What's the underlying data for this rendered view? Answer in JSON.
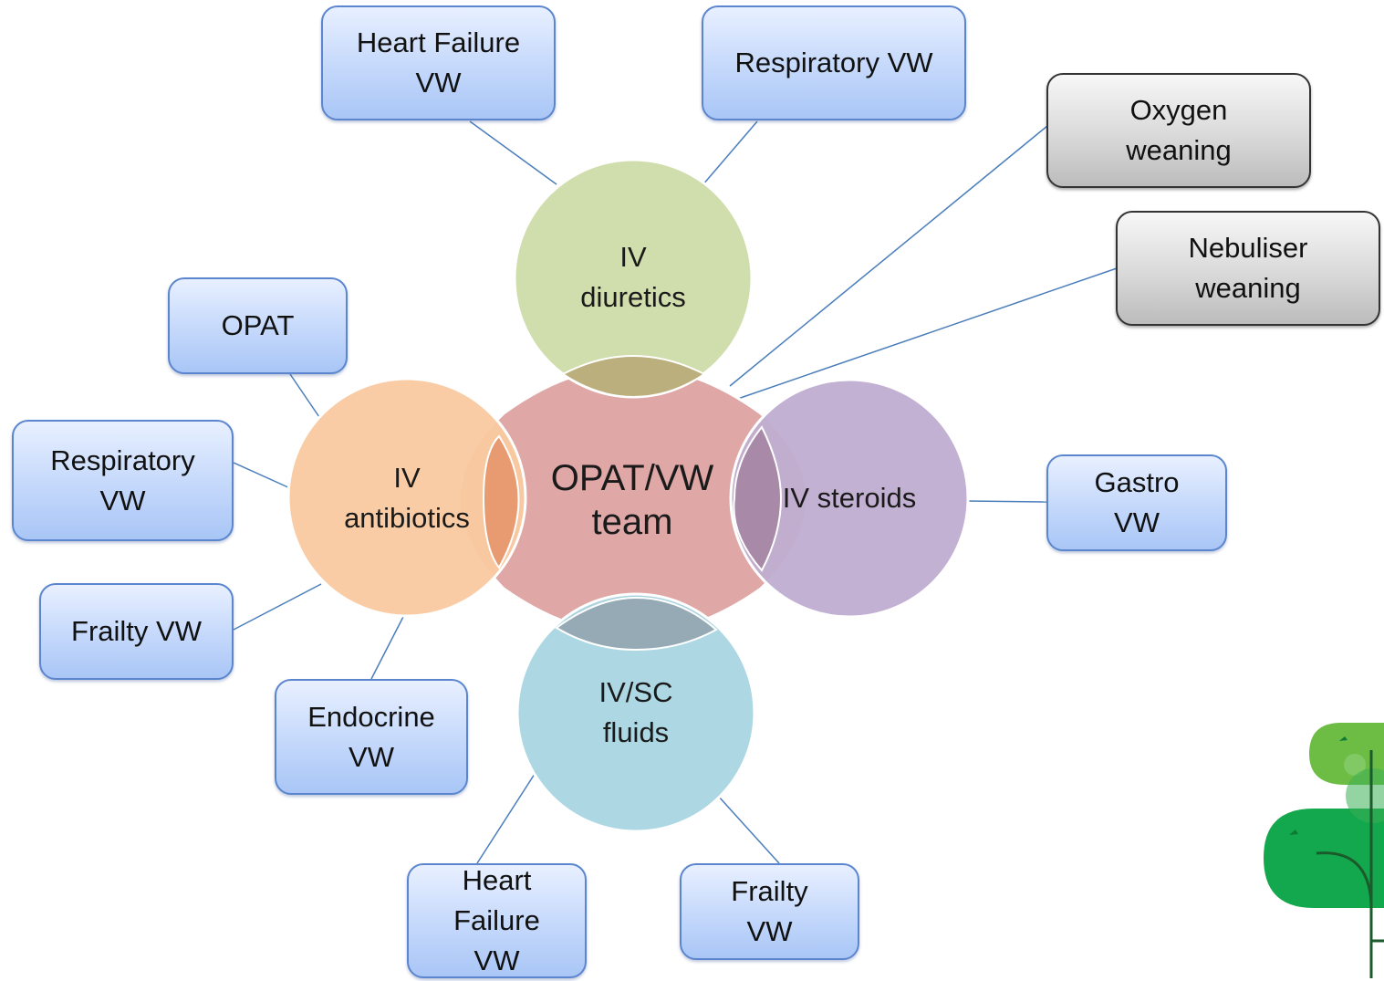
{
  "center": {
    "label": "OPAT/VW\nteam"
  },
  "petals": {
    "top": {
      "label": "IV\ndiuretics"
    },
    "left": {
      "label": "IV\nantibiotics"
    },
    "right": {
      "label": "IV steroids"
    },
    "bottom": {
      "label": "IV/SC\nfluids"
    }
  },
  "boxes": {
    "heart_failure_vw_top": "Heart Failure\nVW",
    "respiratory_vw_top": "Respiratory VW",
    "oxygen_weaning": "Oxygen\nweaning",
    "nebuliser_weaning": "Nebuliser\nweaning",
    "opat": "OPAT",
    "respiratory_vw_left": "Respiratory\nVW",
    "frailty_vw_left": "Frailty VW",
    "endocrine_vw": "Endocrine\nVW",
    "gastro_vw": "Gastro\nVW",
    "heart_failure_vw_bottom": "Heart\nFailure\nVW",
    "frailty_vw_bottom": "Frailty\nVW"
  },
  "colors": {
    "center": "#dfa7a6",
    "top_petal": "#cddba8",
    "left_petal": "#f9c9a0",
    "right_petal": "#bfadd0",
    "bottom_petal": "#a8d5e2",
    "connector": "#4a7ebb",
    "box_border_blue": "#5b86cf",
    "box_border_grey": "#333333",
    "logo_green": "#13a84d",
    "logo_light_green": "#6dbd45"
  }
}
